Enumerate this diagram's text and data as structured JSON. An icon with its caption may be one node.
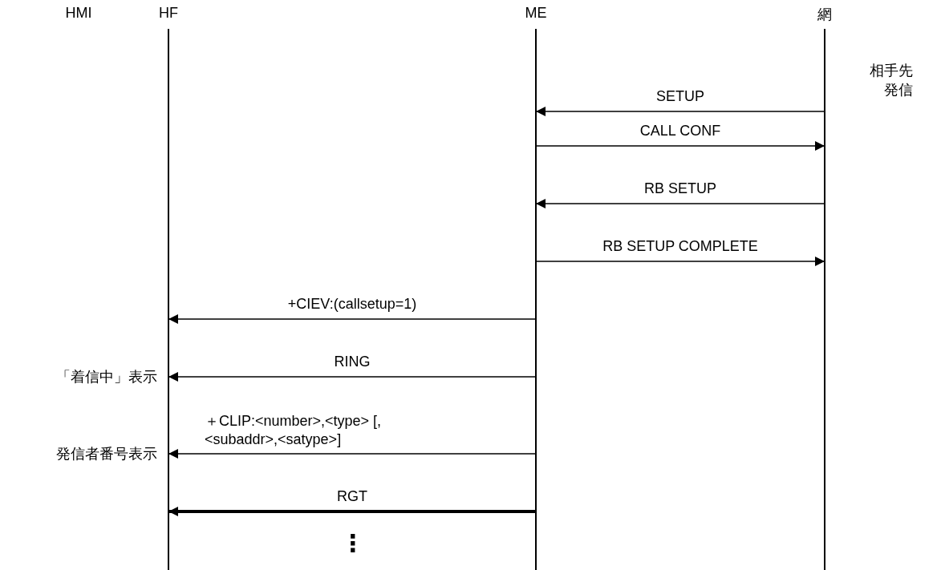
{
  "diagram": {
    "nodes": [
      {
        "text": [
          "HF"
        ]
      },
      {
        "text": [
          "ME"
        ]
      },
      {
        "text": [
          "網"
        ]
      }
    ],
    "edges": [
      {
        "from": 2,
        "to": 1,
        "arrow": "to",
        "label": "SETUP"
      },
      {
        "from": 1,
        "to": 2,
        "arrow": "to",
        "label": "CALL CONF"
      },
      {
        "from": 2,
        "to": 1,
        "arrow": "to",
        "label": "RB SETUP"
      },
      {
        "from": 1,
        "to": 2,
        "arrow": "to",
        "label": "RB SETUP COMPLETE"
      },
      {
        "from": 1,
        "to": 0,
        "arrow": "to",
        "label": "+CIEV:(callsetup=1)"
      },
      {
        "from": 1,
        "to": 0,
        "arrow": "to",
        "label": "RING"
      },
      {
        "from": 1,
        "to": 0,
        "arrow": "to",
        "label": "＋CLIP:<number>,<type> [,<subaddr>,<satype>]"
      },
      {
        "from": 1,
        "to": 0,
        "arrow": "to",
        "label": "RGT",
        "style": "thick"
      }
    ],
    "labels": [
      "HMI",
      "相手先発信",
      "「着信中」表示",
      "発信者番号表示",
      "⋮"
    ]
  }
}
